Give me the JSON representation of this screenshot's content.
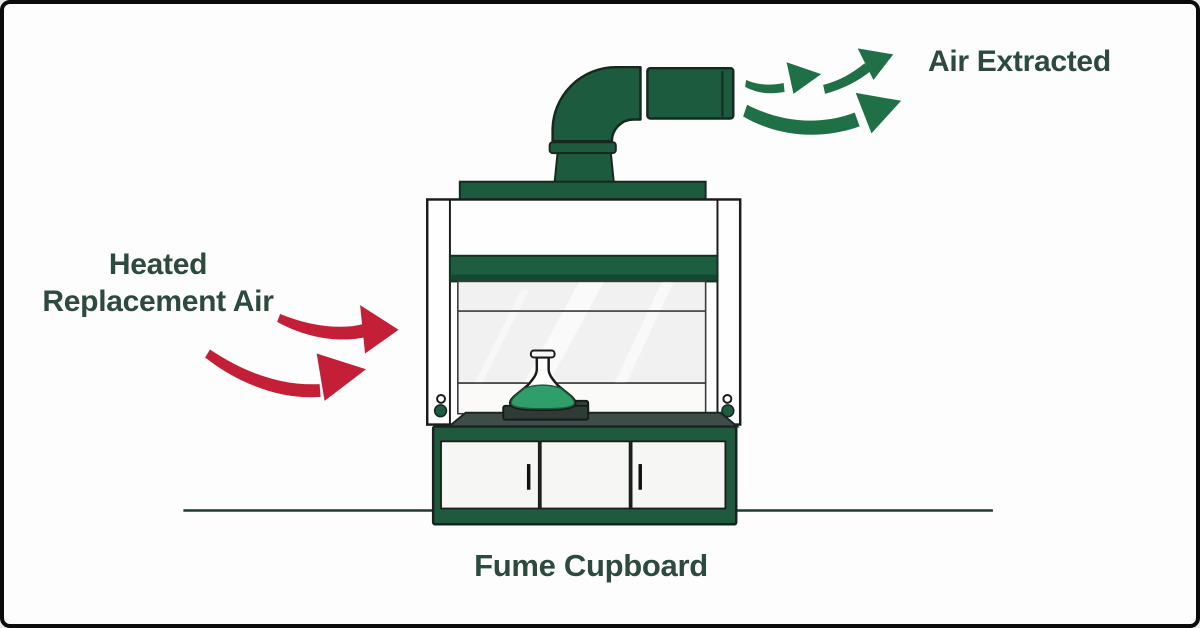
{
  "labels": {
    "inflow_line1": "Heated",
    "inflow_line2": "Replacement Air",
    "outflow": "Air Extracted",
    "caption": "Fume Cupboard"
  },
  "palette": {
    "text": "#2d4a3e",
    "red": "#c32038",
    "greenArrow": "#1f6f47",
    "duct": "#1d5b3e",
    "band": "#1d5e41",
    "bandShadow": "#154830",
    "cabinet": "#1f5a3e",
    "door": "#f6f6f4",
    "glass": "#f0f1f0",
    "aperture": "#fafaf8",
    "worktop": "#3e4d47",
    "plate": "#2f3b36",
    "plateStep": "#33403a",
    "liquid": "#2f9e68",
    "liquidEdge": "#1f5c3c",
    "outline": "#1a1a1a",
    "ductOutline": "#16281f",
    "ground": "#1f3b31",
    "frame": "#fefefe",
    "knob": "#1d5c40"
  }
}
